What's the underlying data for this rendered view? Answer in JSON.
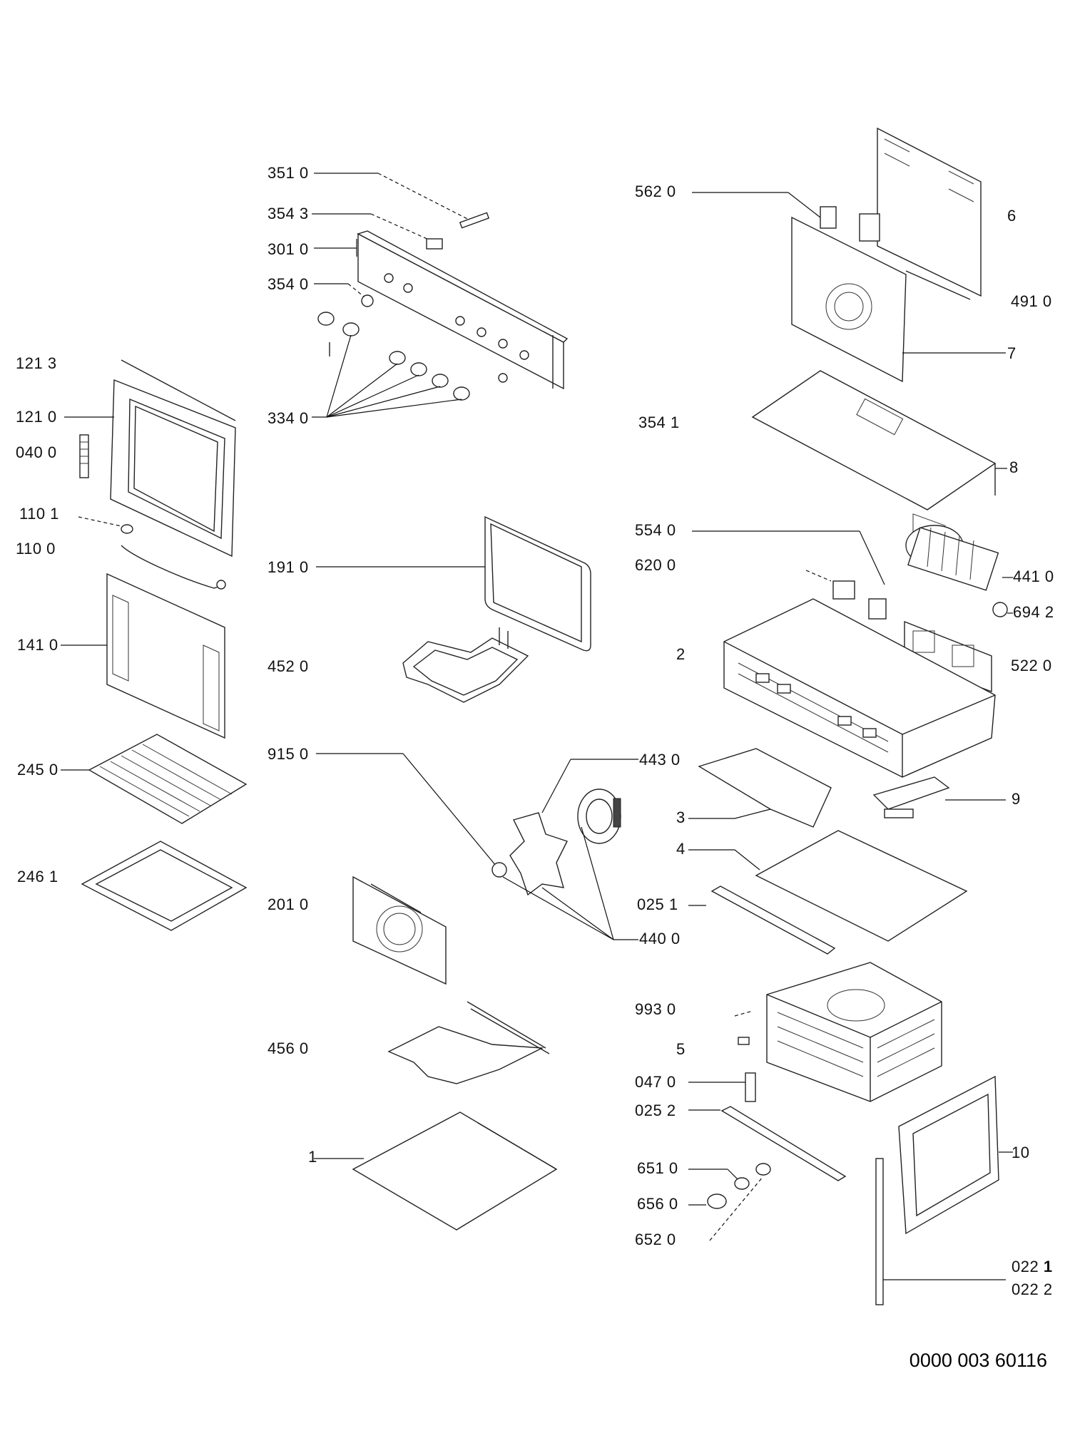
{
  "labels": {
    "l351_0": "351 0",
    "l354_3": "354 3",
    "l301_0": "301 0",
    "l354_0": "354 0",
    "l334_0": "334 0",
    "l121_3": "121 3",
    "l121_0": "121 0",
    "l040_0": "040 0",
    "l110_1": "110 1",
    "l110_0": "110 0",
    "l141_0": "141 0",
    "l245_0": "245 0",
    "l246_1": "246 1",
    "l191_0": "191 0",
    "l452_0": "452 0",
    "l915_0": "915 0",
    "l201_0": "201 0",
    "l456_0": "456 0",
    "l1": "1",
    "l562_0": "562 0",
    "l6": "6",
    "l491_0": "491 0",
    "l7": "7",
    "l354_1": "354 1",
    "l8": "8",
    "l554_0": "554 0",
    "l620_0": "620 0",
    "l441_0": "441 0",
    "l694_2": "694 2",
    "l2": "2",
    "l522_0": "522 0",
    "l443_0": "443 0",
    "l3": "3",
    "l9": "9",
    "l4": "4",
    "l025_1": "025 1",
    "l440_0": "440 0",
    "l993_0": "993 0",
    "l5": "5",
    "l047_0": "047 0",
    "l025_2": "025 2",
    "l10": "10",
    "l651_0": "651 0",
    "l656_0": "656 0",
    "l652_0": "652 0",
    "l022_1a": "022 ",
    "l022_1b": "1",
    "l022_2": "022 2"
  },
  "document_number": "0000 003 60116"
}
